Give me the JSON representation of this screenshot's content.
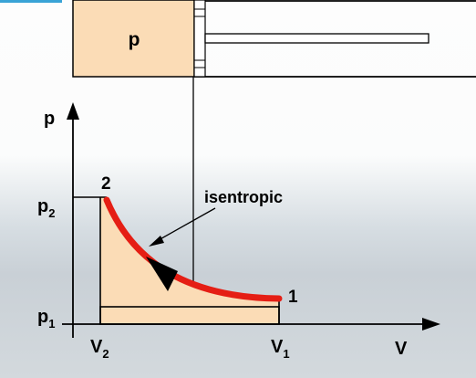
{
  "colors": {
    "fill": "#fbdcb6",
    "curve": "#e51e14",
    "line": "#000000",
    "accent_corner": "#39a3d6"
  },
  "piston": {
    "chamber_label": "p"
  },
  "diagram": {
    "y_axis_label": "p",
    "x_axis_label": "V",
    "p_high": {
      "base": "p",
      "sub": "2"
    },
    "p_low": {
      "base": "p",
      "sub": "1"
    },
    "v_small": {
      "base": "V",
      "sub": "2"
    },
    "v_large": {
      "base": "V",
      "sub": "1"
    },
    "state_start": "1",
    "state_end": "2",
    "curve_label": "isentropic"
  }
}
